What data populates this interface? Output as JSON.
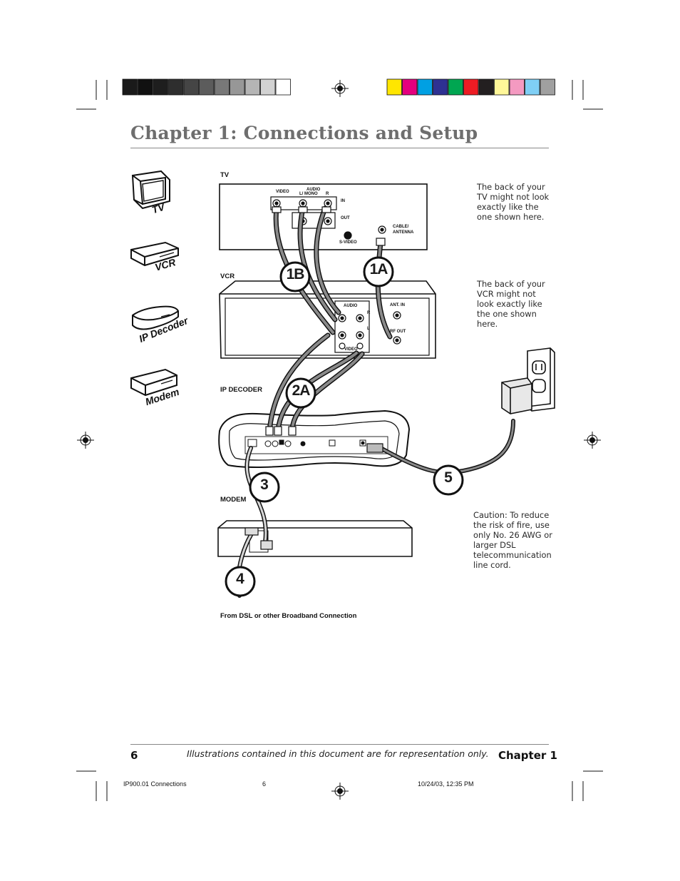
{
  "header": {
    "title": "Chapter 1: Connections and Setup"
  },
  "color_bar": {
    "grays": [
      "#1a1a1a",
      "#111111",
      "#1e1e1e",
      "#2e2e2e",
      "#454545",
      "#5c5c5c",
      "#787878",
      "#979797",
      "#b5b5b5",
      "#d2d2d2",
      "#ffffff"
    ],
    "colors": [
      "#ffe600",
      "#e5007e",
      "#00a0e3",
      "#2e3192",
      "#00a651",
      "#ed1c24",
      "#231f20",
      "#fff799",
      "#f49ac1",
      "#7fcff5",
      "#a0a0a0"
    ]
  },
  "side_icons": {
    "tv": "TV",
    "vcr": "VCR",
    "ip_decoder": "IP Decoder",
    "modem": "Modem"
  },
  "diagram": {
    "tv": {
      "section_label": "TV",
      "video": "VIDEO",
      "audio": "AUDIO",
      "l_mono": "L/ MONO",
      "r": "R",
      "in": "IN",
      "out": "OUT",
      "s_video": "S-VIDEO",
      "cable_antenna_1": "CABLE/",
      "cable_antenna_2": "ANTENNA"
    },
    "vcr": {
      "section_label": "VCR",
      "audio": "AUDIO",
      "r": "R",
      "l": "L",
      "video": "VIDEO",
      "ant_in": "ANT. IN",
      "rf_out": "RF OUT"
    },
    "ip_decoder": {
      "section_label": "IP DECODER"
    },
    "modem": {
      "section_label": "MODEM"
    },
    "steps": {
      "s1a": "1A",
      "s1b": "1B",
      "s2a": "2A",
      "s3": "3",
      "s4": "4",
      "s5": "5"
    },
    "from_dsl": "From DSL or other Broadband Connection"
  },
  "notes": {
    "tv_note": [
      "The back of your",
      "TV might not look",
      "exactly like the",
      "one shown here."
    ],
    "vcr_note": [
      "The back of your",
      "VCR might not",
      "look exactly like",
      "the one shown",
      "here."
    ],
    "caution": [
      "Caution: To reduce",
      "the risk of fire, use",
      "only No. 26 AWG or",
      "larger DSL",
      "telecommunication",
      "line cord."
    ]
  },
  "footer": {
    "page_number": "6",
    "disclaimer": "Illustrations contained in this document are for representation only.",
    "chapter": "Chapter 1"
  },
  "slug": {
    "file": "IP900.01 Connections",
    "page": "6",
    "timestamp": "10/24/03, 12:35 PM"
  }
}
